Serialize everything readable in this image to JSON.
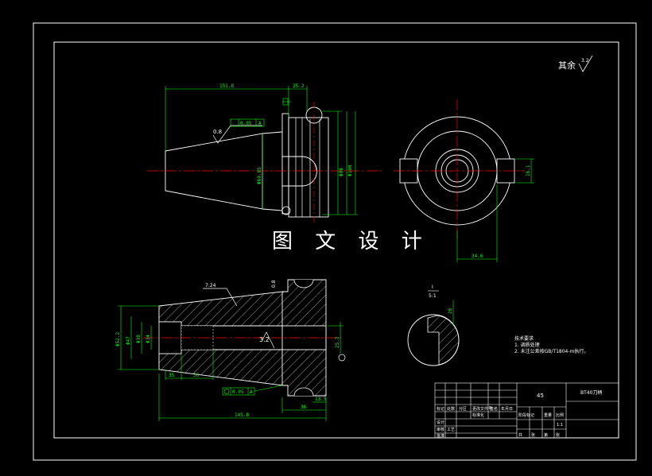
{
  "watermark": "图 文 设 计",
  "roughness_note": {
    "text": "其余",
    "value": "3.2"
  },
  "top_view": {
    "dim_length": "151.8",
    "dim_flange": "25.2",
    "surface_finish": "0.8",
    "tolerance_frame": "0.05",
    "tolerance_datum": "A",
    "dim_d1": "Φ69.85",
    "dim_d2": "Φ98",
    "dim_d3": "Φ100"
  },
  "end_view": {
    "dim_right": "16.1",
    "dim_bottom": "34.6"
  },
  "section_view": {
    "taper_label": "7:24",
    "surface_finish_top": "0.8",
    "surface_finish_center": "3.2",
    "tolerance_frame": "0.05",
    "tolerance_datum": "A",
    "dim_left_1": "Φ52.2",
    "dim_left_2": "Φ47",
    "dim_left_3": "Φ38",
    "dim_left_4": "Φ34",
    "dim_bottom_1": "35",
    "dim_bottom_2": "30",
    "dim_flange_w": "36",
    "dim_small": "13.5",
    "dim_total": "145.8",
    "dim_right": "25.2"
  },
  "detail_view": {
    "label_top": "I",
    "label_bottom": "5:1",
    "dim": "26"
  },
  "tech_req": {
    "title": "技术要求",
    "line1": "1. 调质处理",
    "line2": "2. 未注公差按GB/T1804-m执行。"
  },
  "title_block": {
    "material": "45",
    "part_name": "BT40刀柄",
    "cells": [
      "标记",
      "处数",
      "分区",
      "更改文件号",
      "签名",
      "年月日",
      "设计",
      "标准化",
      "阶段标记",
      "重量",
      "比例",
      "审核",
      "工艺",
      "批准",
      "共",
      "张",
      "第",
      "张",
      "1:1"
    ]
  },
  "colors": {
    "green": "#00ff00",
    "red": "#ff0000",
    "white": "#ffffff",
    "background": "#000000"
  }
}
